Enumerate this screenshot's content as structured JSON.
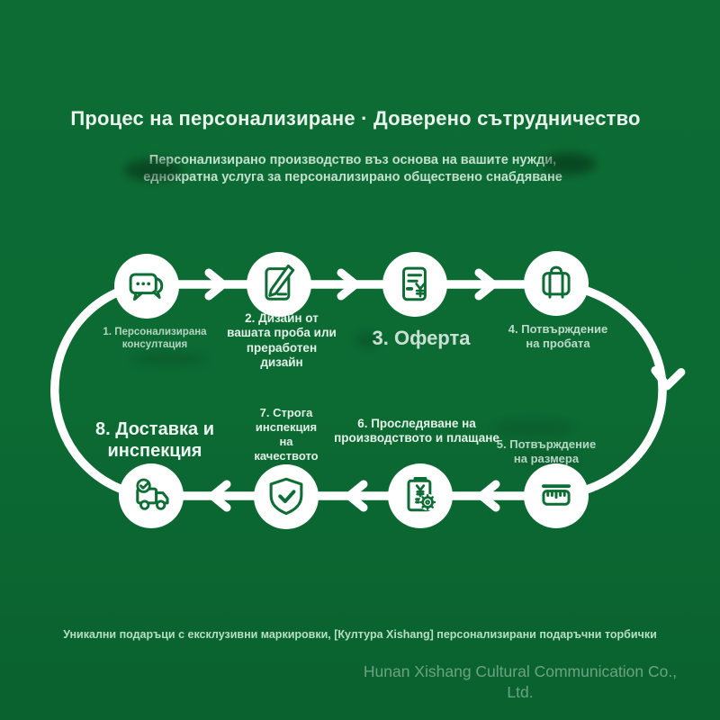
{
  "colors": {
    "background": "#0c6a33",
    "line_white": "#ffffff",
    "icon_green": "#0e6d35"
  },
  "header": {
    "title": "Процес на персонализиране · Доверено сътрудничество",
    "subtitle_line1": "Персонализирано производство въз основа на вашите нужди,",
    "subtitle_line2": "еднократна услуга за персонализирано обществено снабдяване"
  },
  "steps": [
    {
      "label": "1. Персонализирана\nконсултация",
      "icon": "chat-icon"
    },
    {
      "label": "2. Дизайн от\nвашата проба или\nпреработен\nдизайн",
      "icon": "pencil-design-icon"
    },
    {
      "label": "3. Оферта",
      "icon": "quote-document-icon"
    },
    {
      "label": "4. Потвърждение\nна пробата",
      "icon": "suitcase-icon"
    },
    {
      "label": "5. Потвърждение\nна размера",
      "icon": "ruler-icon"
    },
    {
      "label": "6. Проследяване на\nпроизводството и плащане",
      "icon": "production-payment-icon"
    },
    {
      "label": "7. Строга\nинспекция\nна\nкачеството",
      "icon": "shield-check-icon"
    },
    {
      "label": "8. Доставка и\nинспекция",
      "icon": "delivery-truck-icon"
    }
  ],
  "footer": {
    "tagline": "Уникални подаръци с ексклузивни маркировки, [Култура Xishang] персонализирани подаръчни торбички",
    "company": "Hunan Xishang Cultural Communication Co.,\nLtd."
  }
}
